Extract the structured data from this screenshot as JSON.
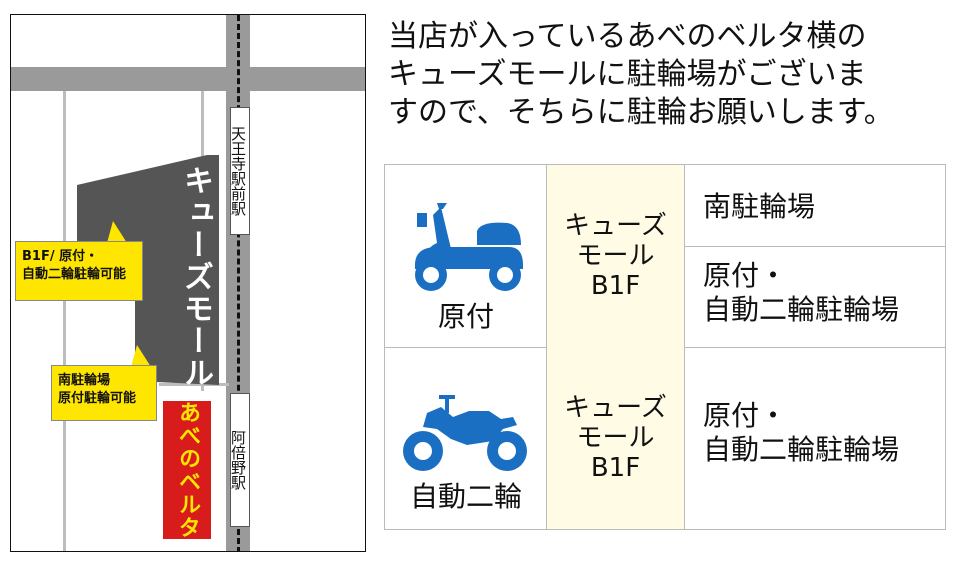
{
  "map": {
    "building_label": "キューズモール",
    "station_top": "天王寺駅前駅",
    "station_bottom": "阿倍野駅",
    "store_label": "あべのベルタ",
    "callout_top": [
      "B1F/ 原付・",
      "自動二輪駐輪可能"
    ],
    "callout_bottom": [
      "南駐輪場",
      "原付駐輪可能"
    ]
  },
  "intro": {
    "lines": [
      "当店が入っているあべのベルタ横の",
      "キューズモールに駐輪場がございま",
      "すので、そちらに駐輪お願いします。"
    ]
  },
  "table": {
    "rows": [
      {
        "vehicle": "原付",
        "icon": "scooter-icon",
        "location_lines": [
          "キューズ",
          "モール",
          "B1F"
        ],
        "parking_a": "南駐輪場",
        "parking_b_lines": [
          "原付・",
          "自動二輪駐輪場"
        ]
      },
      {
        "vehicle": "自動二輪",
        "icon": "motorcycle-icon",
        "location_lines": [
          "キューズ",
          "モール",
          "B1F"
        ],
        "parking_lines": [
          "原付・",
          "自動二輪駐輪場"
        ]
      }
    ]
  },
  "colors": {
    "icon_blue": "#1b6fc2",
    "callout_yellow": "#ffe600",
    "store_red": "#d81c1c",
    "building_gray": "#555555",
    "road_gray": "#9a9a9a"
  }
}
